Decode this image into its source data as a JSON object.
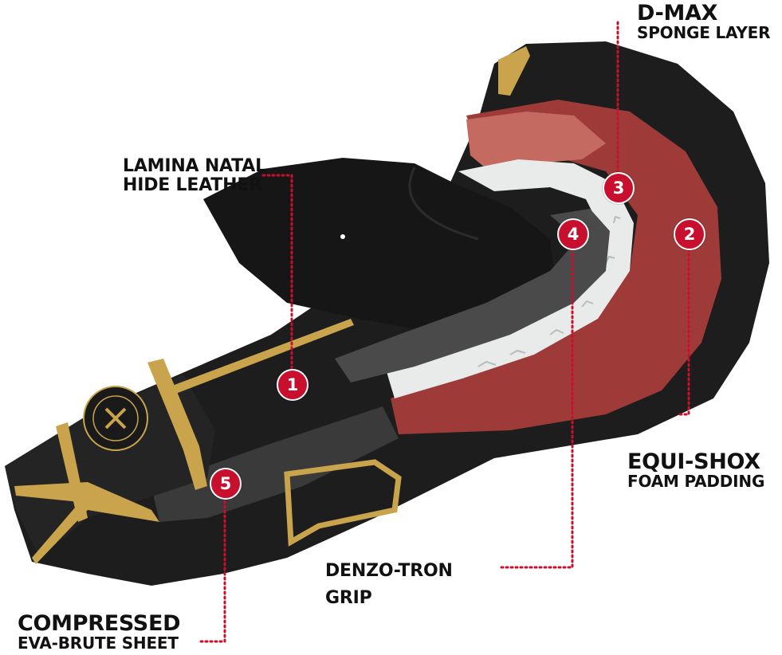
{
  "image": {
    "subject": "boxing-glove-cutaway",
    "colors": {
      "leather": "#1c1c1c",
      "gold_trim": "#c9a44c",
      "red_foam": "#9e3b38",
      "white_foam": "#e9eaea",
      "grey_core": "#4a4a4a",
      "marker": "#c8102e",
      "leader": "#c8102e"
    }
  },
  "callouts": [
    {
      "number": "1",
      "title": "LAMINA NATAL",
      "subtitle": "HIDE LEATHER"
    },
    {
      "number": "2",
      "title": "EQUI-SHOX",
      "subtitle": "FOAM PADDING"
    },
    {
      "number": "3",
      "title": "D-MAX",
      "subtitle": "SPONGE LAYER"
    },
    {
      "number": "4",
      "title": "DENZO-TRON",
      "subtitle": "GRIP"
    },
    {
      "number": "5",
      "title": "COMPRESSED",
      "subtitle": "EVA-BRUTE SHEET"
    }
  ]
}
